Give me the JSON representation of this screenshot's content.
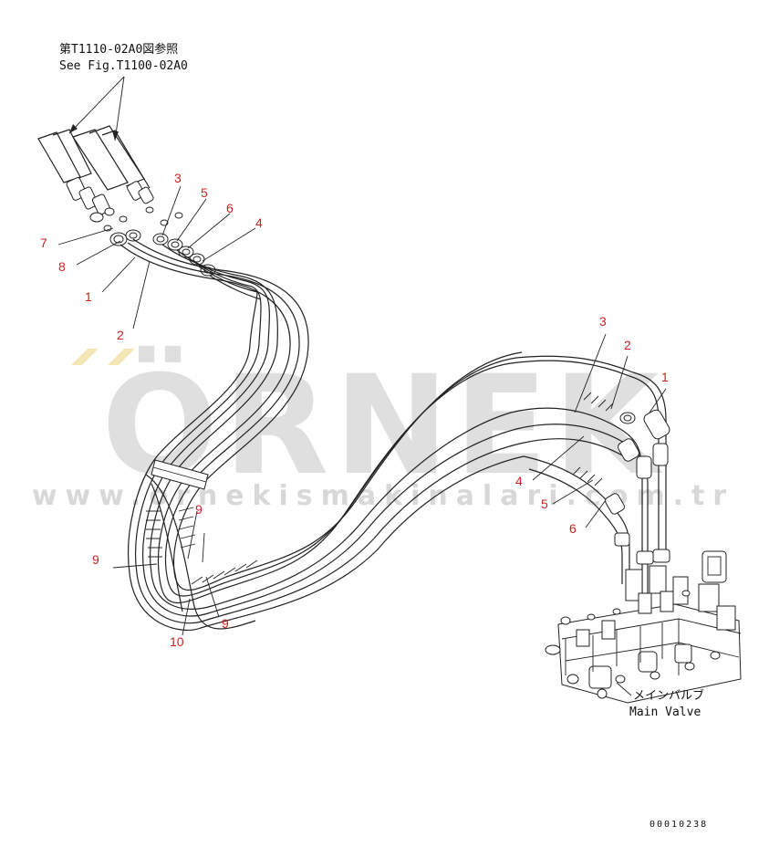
{
  "reference": {
    "jp": "第T1110-02A0図参照",
    "en": "See Fig.T1100-02A0"
  },
  "valve_label": {
    "jp": "メインバルブ",
    "en": "Main Valve"
  },
  "drawing_number": "00010238",
  "watermark": {
    "brand": "ÖRNEK",
    "url": "www.ornekismakinalari.com.tr",
    "color_gray": "#d8d8d8",
    "color_accent": "#f5e6b0"
  },
  "callout_color": "#cc2222",
  "callouts": [
    {
      "id": "c-3-top",
      "label": "3"
    },
    {
      "id": "c-5-top",
      "label": "5"
    },
    {
      "id": "c-6-top",
      "label": "6"
    },
    {
      "id": "c-4-top",
      "label": "4"
    },
    {
      "id": "c-7",
      "label": "7"
    },
    {
      "id": "c-8",
      "label": "8"
    },
    {
      "id": "c-1-left",
      "label": "1"
    },
    {
      "id": "c-2-left",
      "label": "2"
    },
    {
      "id": "c-3-right",
      "label": "3"
    },
    {
      "id": "c-2-right",
      "label": "2"
    },
    {
      "id": "c-1-right",
      "label": "1"
    },
    {
      "id": "c-4-right",
      "label": "4"
    },
    {
      "id": "c-5-right",
      "label": "5"
    },
    {
      "id": "c-6-right",
      "label": "6"
    },
    {
      "id": "c-9-a",
      "label": "9"
    },
    {
      "id": "c-9-b",
      "label": "9"
    },
    {
      "id": "c-9-c",
      "label": "9"
    },
    {
      "id": "c-10",
      "label": "10"
    }
  ]
}
